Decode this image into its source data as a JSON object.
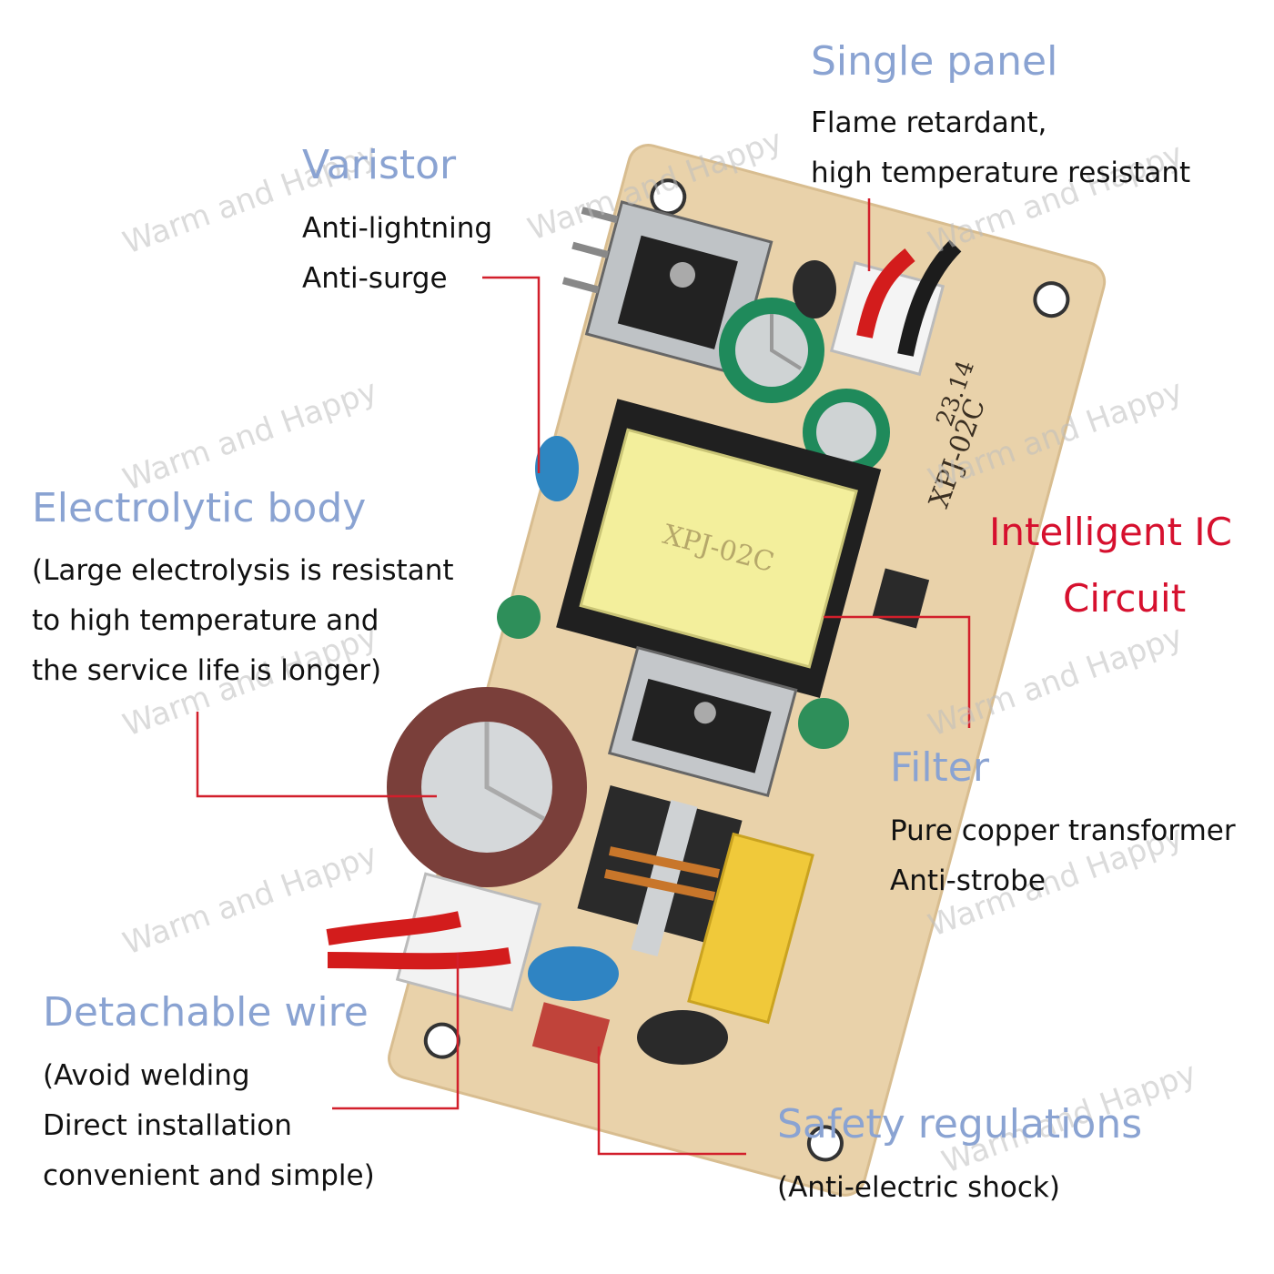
{
  "watermark": "Warm and Happy",
  "colors": {
    "title": "#8aa3d2",
    "title_red": "#d6102e",
    "leader": "#d21f2b",
    "board": "#e7cfa6"
  },
  "callouts": {
    "single_panel": {
      "title": "Single panel",
      "lines": [
        "Flame retardant,",
        "high temperature resistant"
      ]
    },
    "varistor": {
      "title": "Varistor",
      "lines": [
        "Anti-lightning",
        "Anti-surge"
      ]
    },
    "electrolytic": {
      "title": "Electrolytic body",
      "lines": [
        "(Large electrolysis is resistant",
        "to high temperature and",
        "the service life is longer)"
      ]
    },
    "intelligent_ic": {
      "title_line1": "Intelligent IC",
      "title_line2": "Circuit"
    },
    "filter": {
      "title": "Filter",
      "lines": [
        "Pure copper transformer",
        "Anti-strobe"
      ]
    },
    "detachable": {
      "title": "Detachable wire",
      "lines": [
        "(Avoid welding",
        "Direct installation",
        "convenient and simple)"
      ]
    },
    "safety": {
      "title": "Safety regulations",
      "lines": [
        "(Anti-electric shock)"
      ]
    }
  },
  "board": {
    "transformer_label": "XPJ-02C",
    "model_label": "XPJ-02C",
    "date_label": "23.14"
  }
}
